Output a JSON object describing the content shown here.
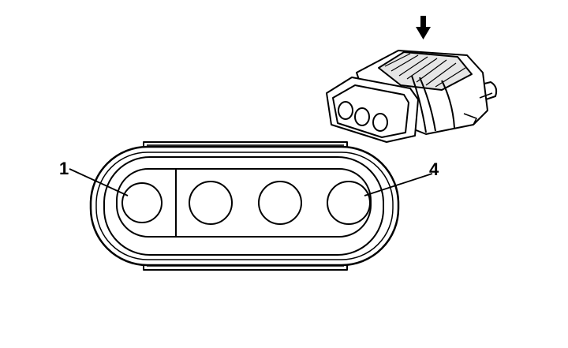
{
  "diagram": {
    "pin_labels": {
      "first": "1",
      "last": "4"
    },
    "pin_count": 4,
    "icons": [
      "down-arrow-icon",
      "connector-plug-icon"
    ],
    "colors": {
      "line": "#000000",
      "background": "#ffffff",
      "shade": "#d9d9d9"
    }
  }
}
